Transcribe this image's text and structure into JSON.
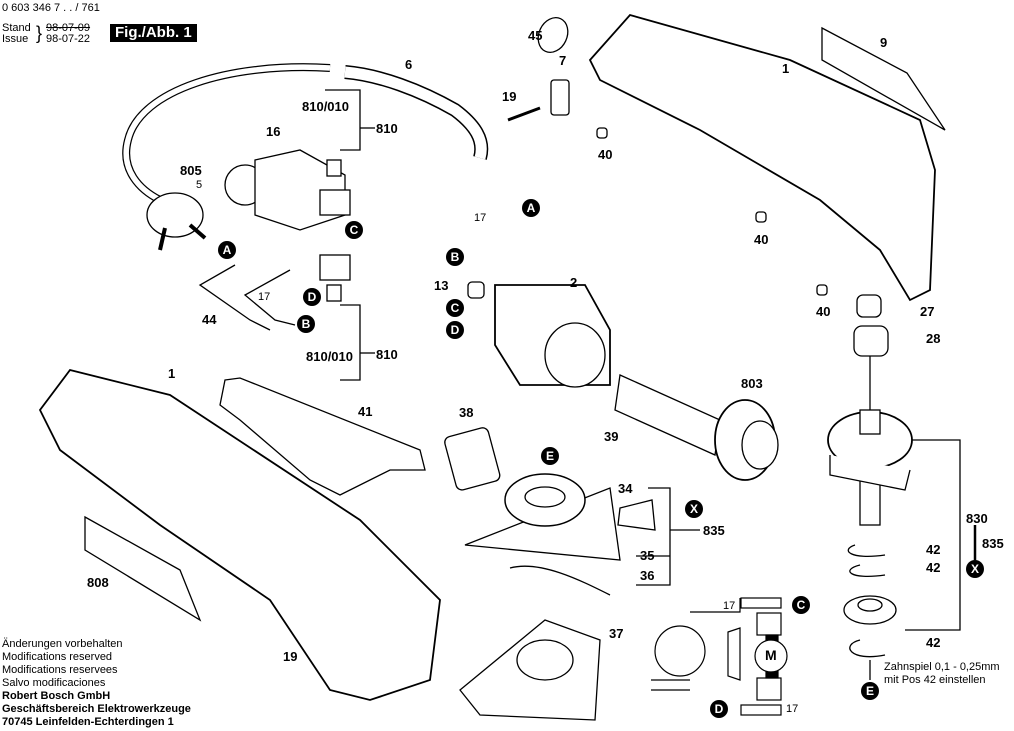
{
  "header": {
    "part_number": "0 603 346 7 . . / 761",
    "stand_label": "Stand",
    "issue_label": "Issue",
    "stand_date": "98-07-09",
    "issue_date": "98-07-22",
    "figure_title": "Fig./Abb. 1"
  },
  "labels": {
    "p45": "45",
    "p7": "7",
    "p19a": "19",
    "p40a": "40",
    "p1a": "1",
    "p9": "9",
    "p40b": "40",
    "p40c": "40",
    "p27": "27",
    "p28": "28",
    "p6": "6",
    "p810010a": "810/010",
    "p810a": "810",
    "p16": "16",
    "p805": "805",
    "p5": "5",
    "p17a": "17",
    "p44": "44",
    "p810010b": "810/010",
    "p810b": "810",
    "p17b": "17",
    "p13": "13",
    "p2": "2",
    "p803": "803",
    "p39": "39",
    "p38": "38",
    "p1b": "1",
    "p41": "41",
    "p34": "34",
    "p835a": "835",
    "p35": "35",
    "p36": "36",
    "p808": "808",
    "p37": "37",
    "p19b": "19",
    "p830": "830",
    "p835b": "835",
    "p42a": "42",
    "p42b": "42",
    "p42c": "42",
    "w17a": "17",
    "w17b": "17",
    "motor": "M"
  },
  "refs": {
    "A": "A",
    "B": "B",
    "C": "C",
    "D": "D",
    "E": "E",
    "X": "X"
  },
  "note": {
    "line1": "Zahnspiel 0,1 - 0,25mm",
    "line2": "mit Pos 42 einstellen"
  },
  "footer": {
    "line1": "Änderungen vorbehalten",
    "line2": "Modifications reserved",
    "line3": "Modifications reservees",
    "line4": "Salvo modificaciones",
    "company": "Robert Bosch GmbH",
    "division": "Geschäftsbereich Elektrowerkzeuge",
    "address": "70745 Leinfelden-Echterdingen 1"
  }
}
